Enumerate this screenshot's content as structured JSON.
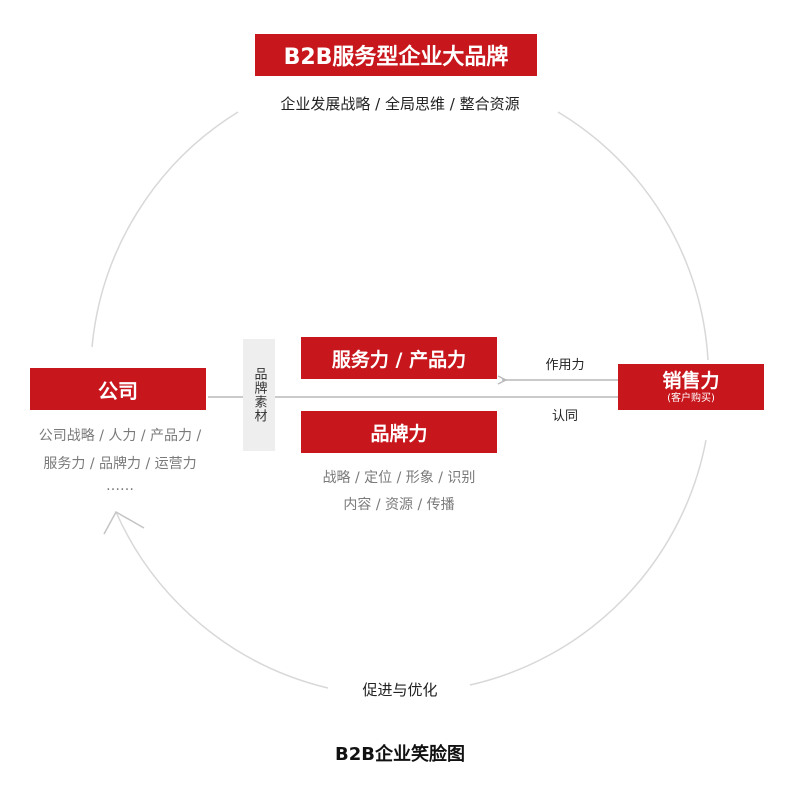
{
  "colors": {
    "accent_red": "#c8161d",
    "line_gray": "#d0d0d0",
    "arrow_gray": "#b8b8b8"
  },
  "top": {
    "title": "B2B服务型企业大品牌",
    "subtitle": "企业发展战略 / 全局思维 / 整合资源"
  },
  "company": {
    "label": "公司",
    "desc_line1": "公司战略 / 人力 / 产品力 /",
    "desc_line2": "服务力 / 品牌力 / 运营力",
    "ellipsis": "……"
  },
  "brand_material": {
    "label": "品牌素材"
  },
  "service_product": {
    "label": "服务力 / 产品力"
  },
  "brand_power": {
    "label": "品牌力",
    "desc_line1": "战略 / 定位 / 形象 / 识别",
    "desc_line2": "内容 / 资源 / 传播"
  },
  "arrows": {
    "effect": "作用力",
    "identify": "认同"
  },
  "sales": {
    "label": "销售力",
    "sublabel": "(客户购买)"
  },
  "cycle": {
    "label": "促进与优化"
  },
  "footer": {
    "title": "B2B企业笑脸图"
  }
}
